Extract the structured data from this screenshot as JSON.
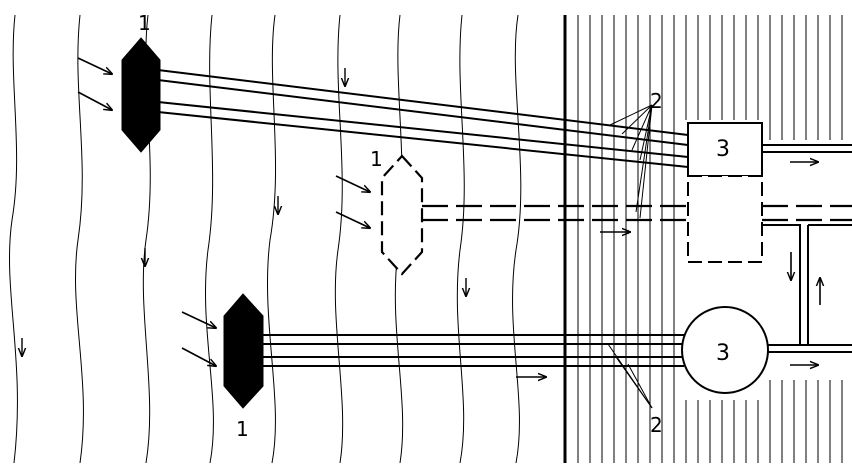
{
  "diagram": {
    "labels": {
      "intake_top": "1",
      "intake_middle": "1",
      "intake_bottom": "1",
      "pipes_upper": "2",
      "pipes_lower": "2",
      "unit_square": "3",
      "unit_circle": "3"
    }
  }
}
